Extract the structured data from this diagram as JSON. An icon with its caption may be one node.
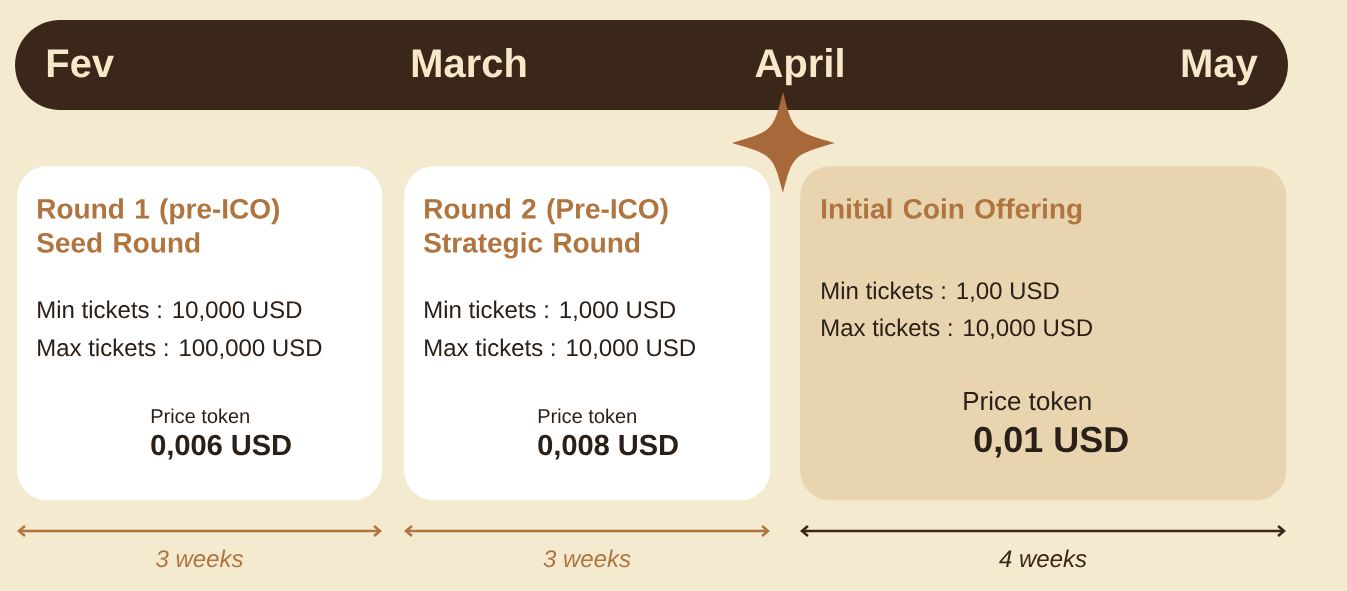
{
  "diagram": {
    "nodes": [
      {
        "text": [
          "Round 1 (pre-ICO) Seed Round",
          "Min tickets : 10,000 USD",
          "Max tickets : 100,000 USD",
          "Price token",
          "0,006 USD"
        ],
        "beside": [
          "3 weeks"
        ]
      },
      {
        "text": [
          "Round 2 (Pre-ICO) Strategic Round",
          "Min tickets : 1,000 USD",
          "Max tickets : 10,000 USD",
          "Price token",
          "0,008 USD"
        ],
        "beside": [
          "3 weeks"
        ]
      },
      {
        "text": [
          "Initial Coin Offering",
          "Min tickets : 1,00 USD",
          "Max tickets : 10,000 USD",
          "Price token",
          "0,01 USD"
        ],
        "beside": [
          "4 weeks"
        ]
      }
    ],
    "labels": [
      "Fev",
      "March",
      "April",
      "May"
    ]
  }
}
